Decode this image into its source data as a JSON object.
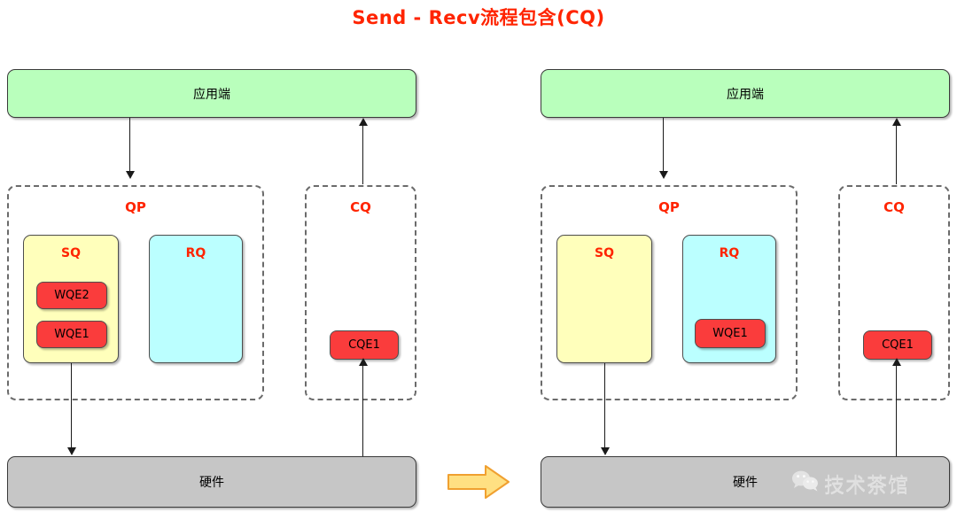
{
  "title": "Send - Recv流程包含(CQ)",
  "colors": {
    "title_red": "#ff2400",
    "app_green": "#b9ffbc",
    "hardware_gray": "#c6c6c6",
    "sq_yellow": "#ffffbb",
    "rq_cyan": "#bbffff",
    "entry_red": "#fa3c3c",
    "dashed_border": "#6b6b6b",
    "transition_arrow_fill": "#ffe082",
    "transition_arrow_border": "#f0a030"
  },
  "panels": {
    "left": {
      "app_label": "应用端",
      "hardware_label": "硬件",
      "qp_label": "QP",
      "cq_label": "CQ",
      "sq_label": "SQ",
      "rq_label": "RQ",
      "sq_entries": [
        "WQE2",
        "WQE1"
      ],
      "rq_entries": [],
      "cq_entries": [
        "CQE1"
      ]
    },
    "right": {
      "app_label": "应用端",
      "hardware_label": "硬件",
      "qp_label": "QP",
      "cq_label": "CQ",
      "sq_label": "SQ",
      "rq_label": "RQ",
      "sq_entries": [],
      "rq_entries": [
        "WQE1"
      ],
      "cq_entries": [
        "CQE1"
      ]
    }
  },
  "transition": {
    "icon": "right-arrow-icon"
  },
  "watermark": {
    "icon": "wechat-icon",
    "text": "技术茶馆"
  }
}
